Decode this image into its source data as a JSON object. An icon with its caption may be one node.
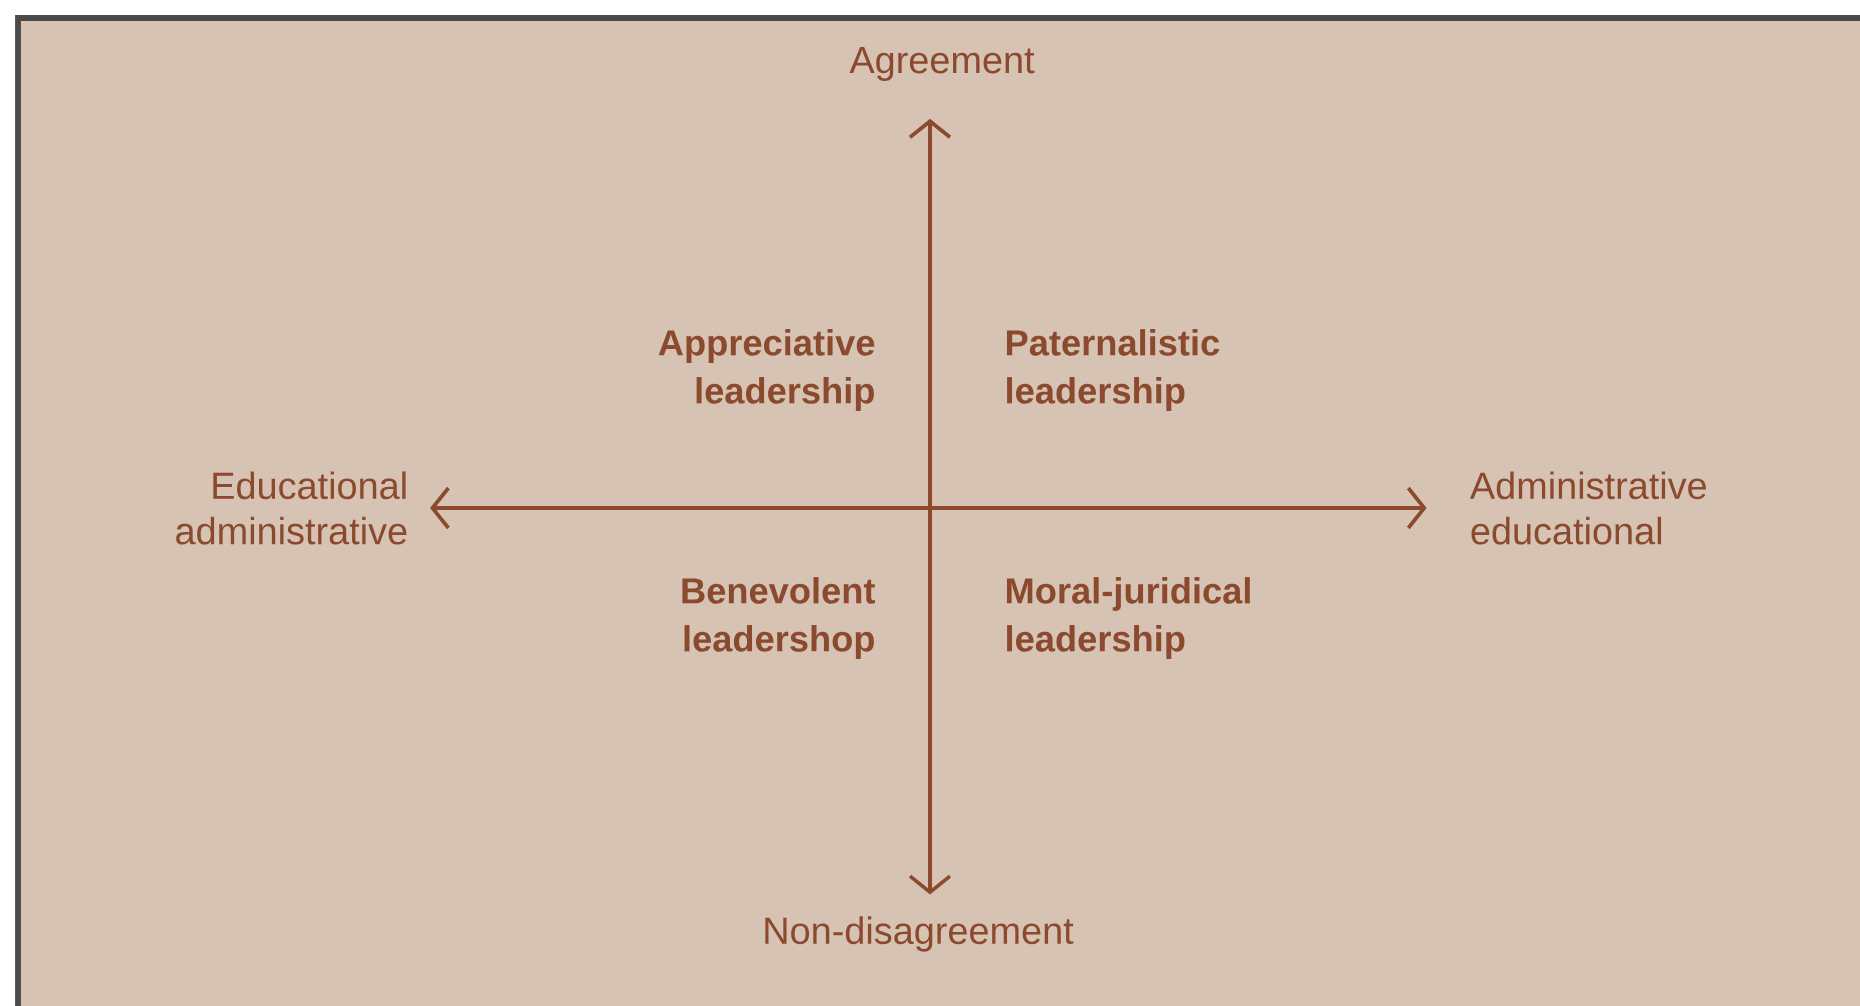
{
  "diagram": {
    "nodes": [
      {
        "text": [
          "Agreement"
        ]
      },
      {
        "text": [
          "Non-disagreement"
        ]
      },
      {
        "text": [
          "Educational administrative"
        ]
      },
      {
        "text": [
          "Administrative educational"
        ]
      }
    ],
    "edges": [
      {
        "from": 0,
        "to": 1,
        "arrow": "both"
      },
      {
        "from": 2,
        "to": 3,
        "arrow": "both"
      }
    ],
    "labels": [
      "Appreciative leadership",
      "Paternalistic leadership",
      "Benevolent leadershop",
      "Moral-juridical leadership"
    ]
  }
}
